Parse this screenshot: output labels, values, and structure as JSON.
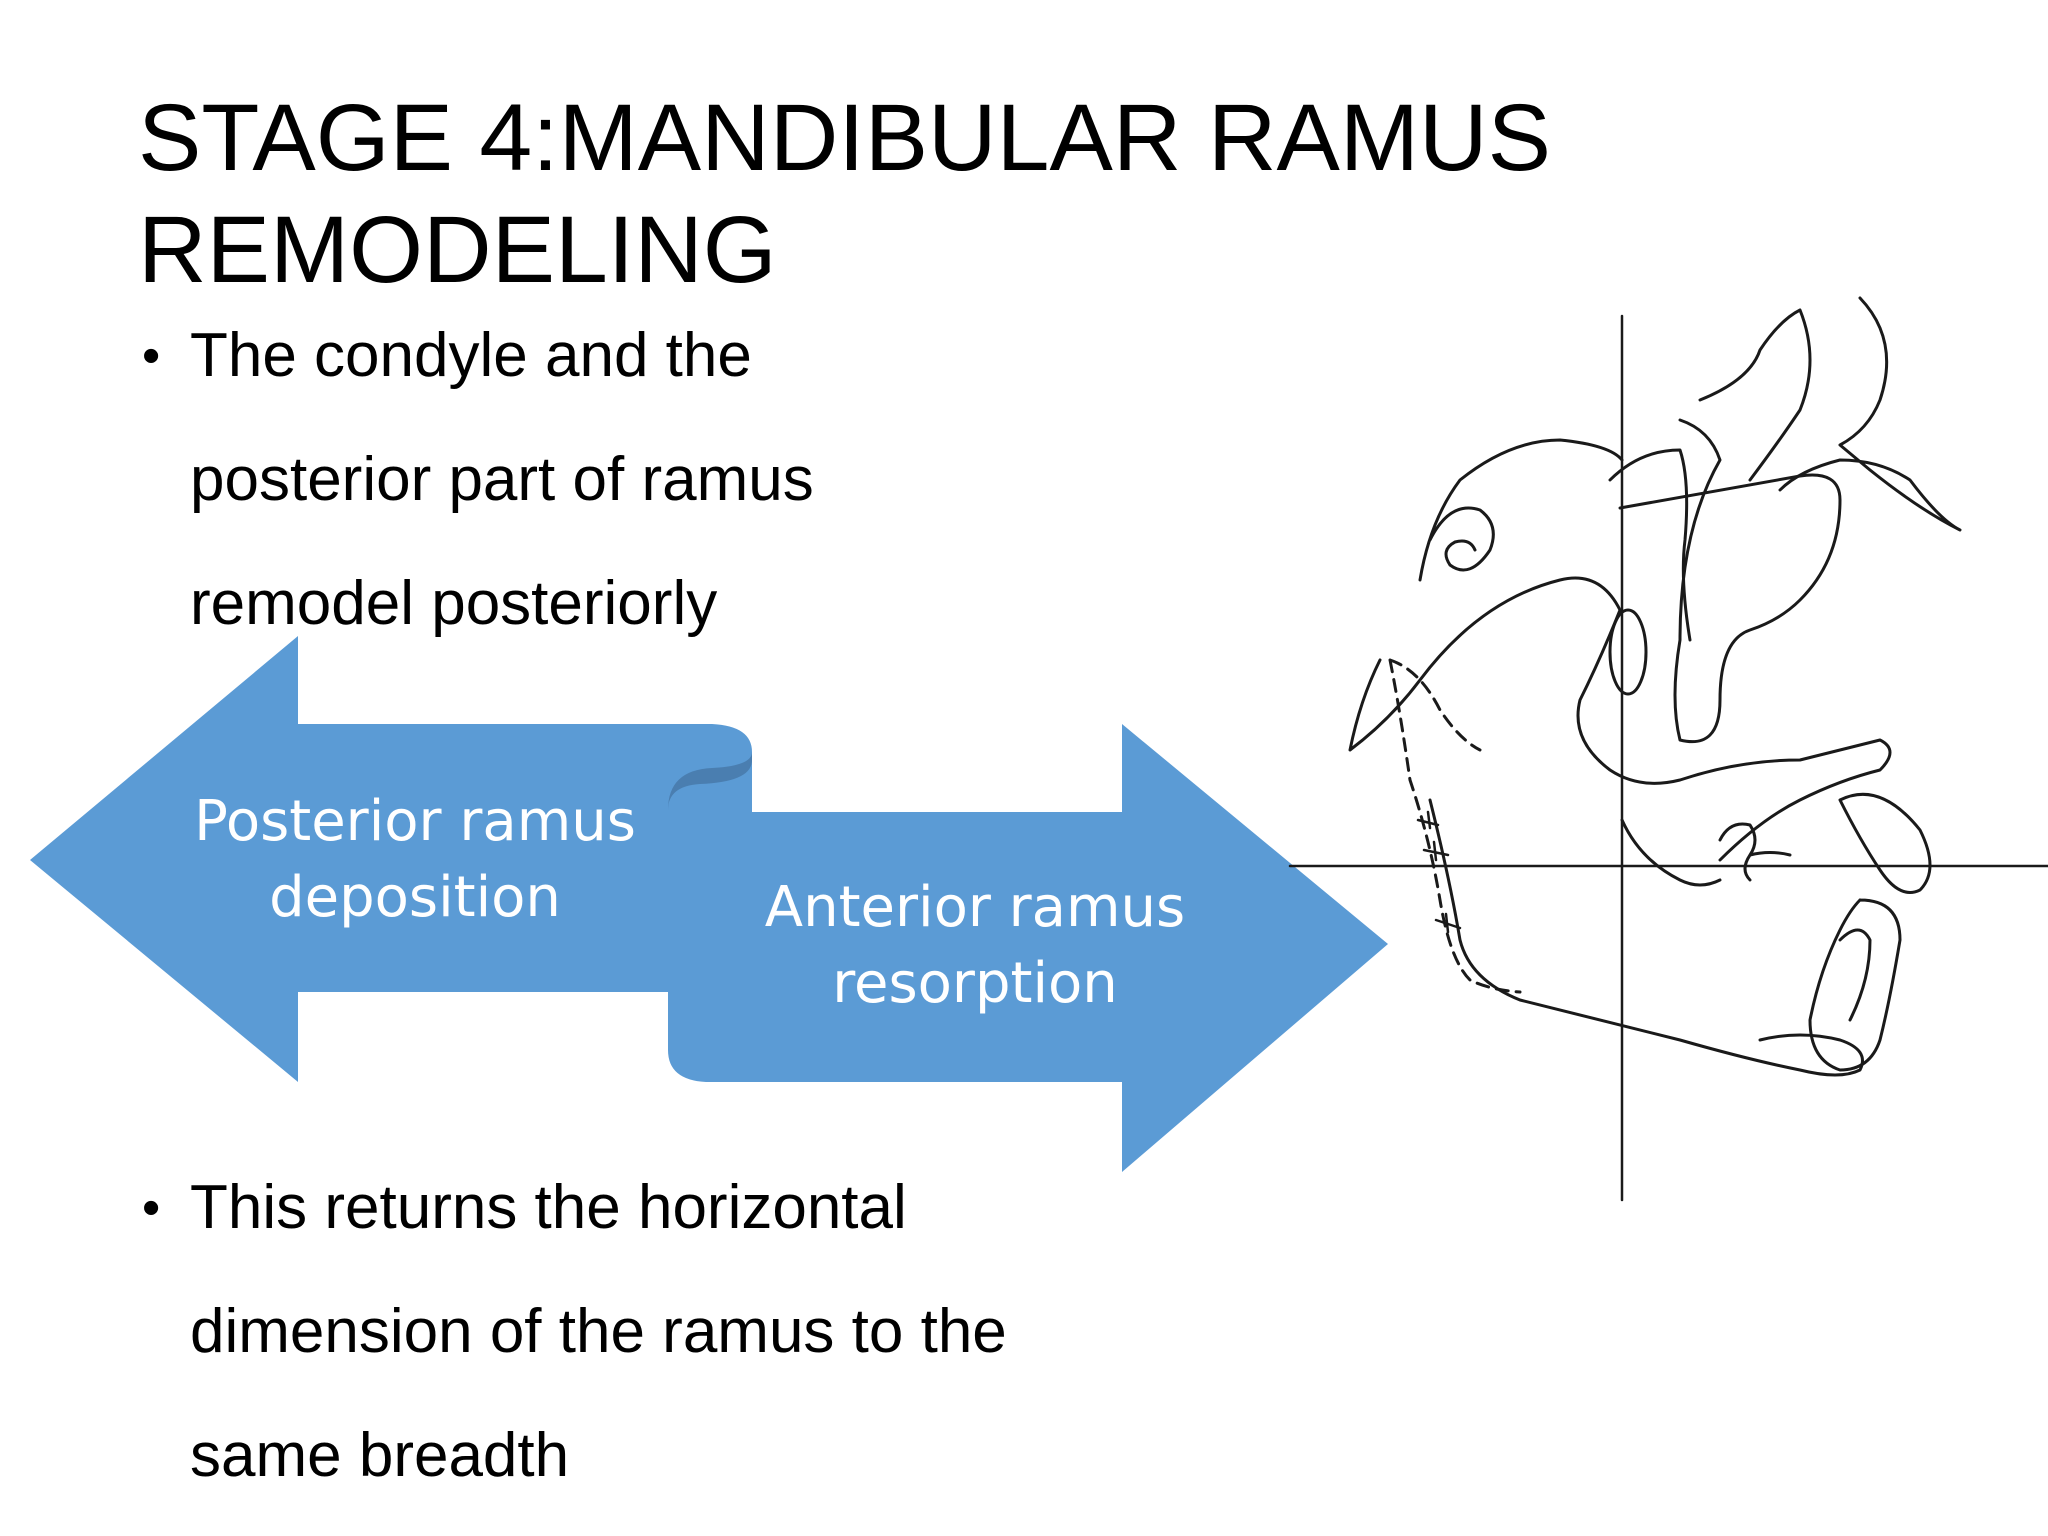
{
  "slide": {
    "title_lines": [
      "STAGE 4:MANDIBULAR RAMUS",
      "REMODELING"
    ],
    "bullets_top": {
      "bullet": "•",
      "lines": [
        "The condyle and the",
        "posterior part of ramus",
        "remodel posteriorly"
      ]
    },
    "bullets_bottom": {
      "bullet": "•",
      "lines": [
        "This returns the horizontal",
        "dimension of the ramus to the",
        "same breadth"
      ]
    },
    "arrow_left": {
      "lines": [
        "Posterior ramus",
        "deposition"
      ]
    },
    "arrow_right": {
      "lines": [
        "Anterior ramus",
        "resorption"
      ]
    },
    "colors": {
      "arrow_fill": "#5b9bd5",
      "arrow_fold": "#4a7eb0",
      "text": "#000000",
      "arrow_text": "#ffffff",
      "drawing": "#1a1a1a"
    }
  }
}
